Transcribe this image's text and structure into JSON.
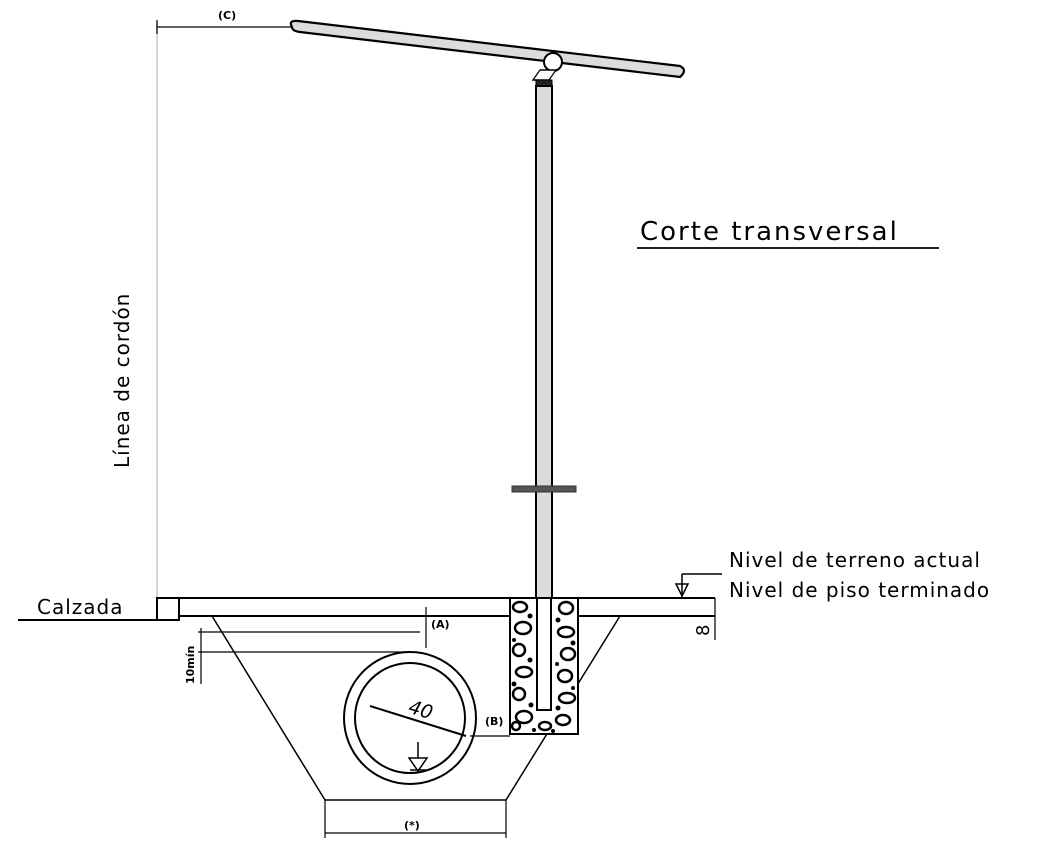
{
  "title": "Corte transversal",
  "labels": {
    "curb_line": "Línea de cordón",
    "roadway": "Calzada",
    "terrain_level": "Nivel de terreno actual",
    "finished_floor_level": "Nivel de piso terminado"
  },
  "dimensions": {
    "c": "(C)",
    "a": "(A)",
    "b": "(B)",
    "star": "(*)",
    "min_cover": "10mín",
    "pipe_diameter": "40",
    "slab_thickness": "8"
  },
  "colors": {
    "line": "#000000",
    "pole_fill": "#dcdcdc",
    "bracket_dark": "#555555",
    "guide_line": "#c8c8c8"
  }
}
